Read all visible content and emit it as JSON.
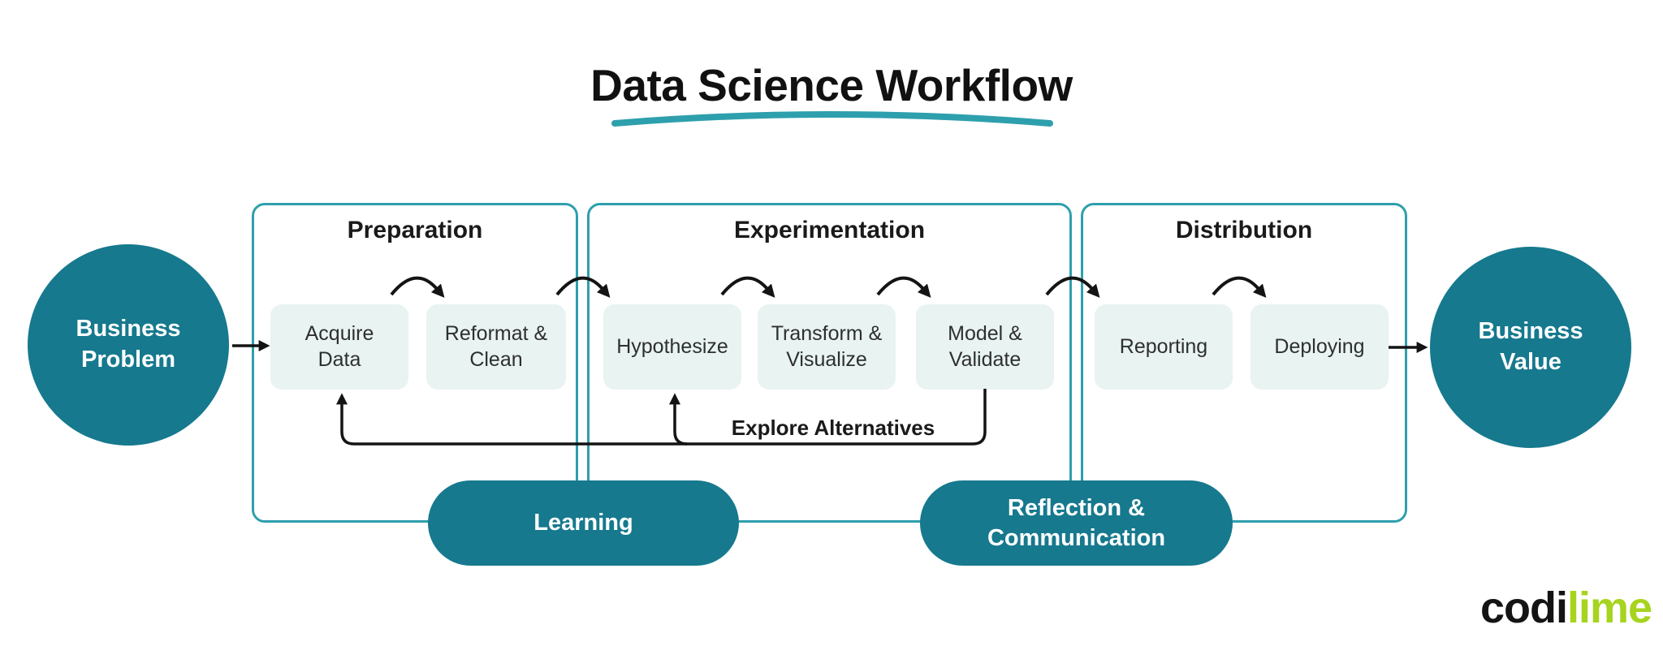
{
  "title": "Data Science Workflow",
  "nodes": {
    "start": "Business Problem",
    "end": "Business Value"
  },
  "groups": [
    {
      "label": "Preparation",
      "steps": [
        "Acquire Data",
        "Reformat & Clean"
      ]
    },
    {
      "label": "Experimentation",
      "steps": [
        "Hypothesize",
        "Transform & Visualize",
        "Model & Validate"
      ]
    },
    {
      "label": "Distribution",
      "steps": [
        "Reporting",
        "Deploying"
      ]
    }
  ],
  "feedback_label": "Explore Alternatives",
  "pills": [
    "Learning",
    "Reflection & Communication"
  ],
  "logo": {
    "black": "codi",
    "green": "lime"
  },
  "colors": {
    "teal_fill": "#16798E",
    "teal_border": "#2E9FAD",
    "box_bg": "#E8F3F2",
    "arrow": "#141414",
    "lime": "#A6D41F"
  }
}
